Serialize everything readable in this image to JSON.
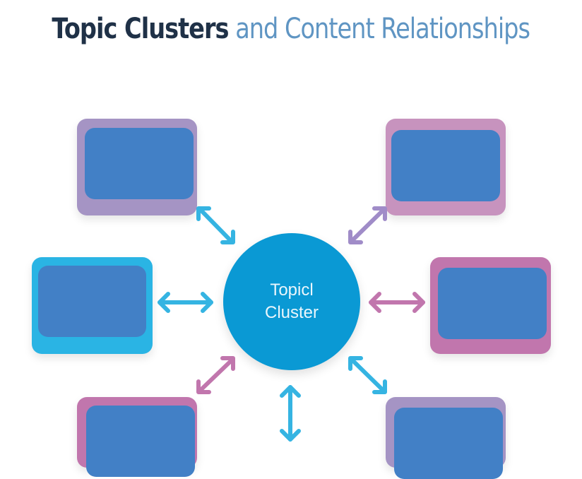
{
  "title": {
    "bold_part": "Topic Clusters",
    "light_part": "and Content Relationships"
  },
  "hub": {
    "line1": "Topicl",
    "line2": "Cluster",
    "color": "#0a99d4"
  },
  "colors": {
    "inner_card": "#4280c6",
    "title_dark": "#1f3147",
    "title_light": "#5f95c3"
  },
  "nodes": [
    {
      "id": "top-left",
      "frame_color": "#a594c4",
      "arrow_color": "#35b4e2"
    },
    {
      "id": "top-right",
      "frame_color": "#c793be",
      "arrow_color": "#a08cc8"
    },
    {
      "id": "middle-left",
      "frame_color": "#2ab4e4",
      "arrow_color": "#35b4e2"
    },
    {
      "id": "middle-right",
      "frame_color": "#c176ad",
      "arrow_color": "#c176ad"
    },
    {
      "id": "bottom-left",
      "frame_color": "#c176ad",
      "arrow_color": "#c176ad"
    },
    {
      "id": "bottom-center",
      "frame_color": "",
      "arrow_color": "#35b4e2"
    },
    {
      "id": "bottom-right",
      "frame_color": "#a594c4",
      "arrow_color": "#35b4e2"
    }
  ]
}
